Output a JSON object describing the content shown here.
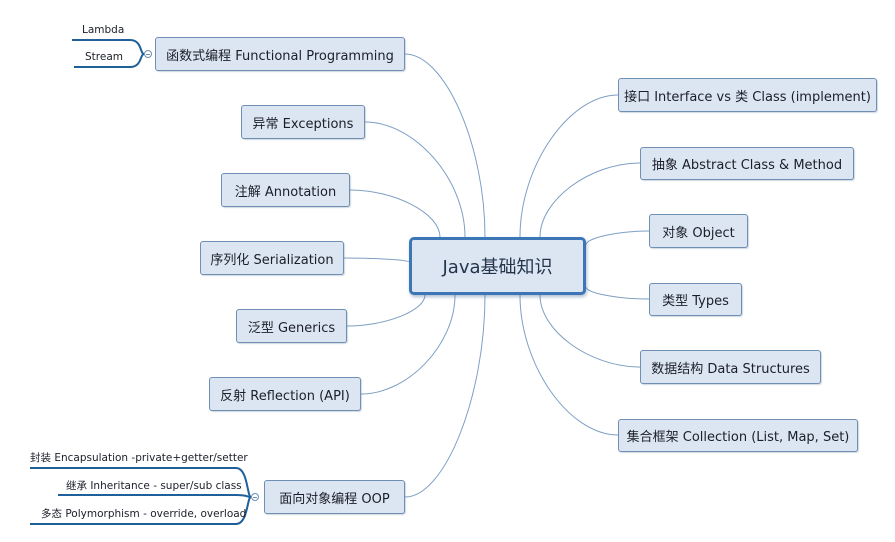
{
  "colors": {
    "node_fill": "#dce6f2",
    "node_border": "#6f8fb3",
    "center_border": "#3d76b6",
    "link": "#7e9fc4",
    "leaf_line": "#1f5f9a"
  },
  "center": {
    "label": "Java基础知识"
  },
  "right_branches": [
    {
      "label": "接口 Interface vs 类 Class (implement)"
    },
    {
      "label": "抽象 Abstract Class & Method"
    },
    {
      "label": "对象 Object"
    },
    {
      "label": "类型 Types"
    },
    {
      "label": "数据结构 Data Structures"
    },
    {
      "label": "集合框架 Collection (List, Map, Set)"
    }
  ],
  "left_branches": [
    {
      "label": "函数式编程 Functional Programming",
      "children": [
        "Lambda",
        "Stream"
      ]
    },
    {
      "label": "异常 Exceptions"
    },
    {
      "label": "注解 Annotation"
    },
    {
      "label": "序列化 Serialization"
    },
    {
      "label": "泛型 Generics"
    },
    {
      "label": "反射 Reflection (API)"
    },
    {
      "label": "面向对象编程 OOP",
      "children": [
        "封装 Encapsulation -private+getter/setter",
        "继承 Inheritance - super/sub class",
        "多态 Polymorphism - override, overload"
      ]
    }
  ]
}
